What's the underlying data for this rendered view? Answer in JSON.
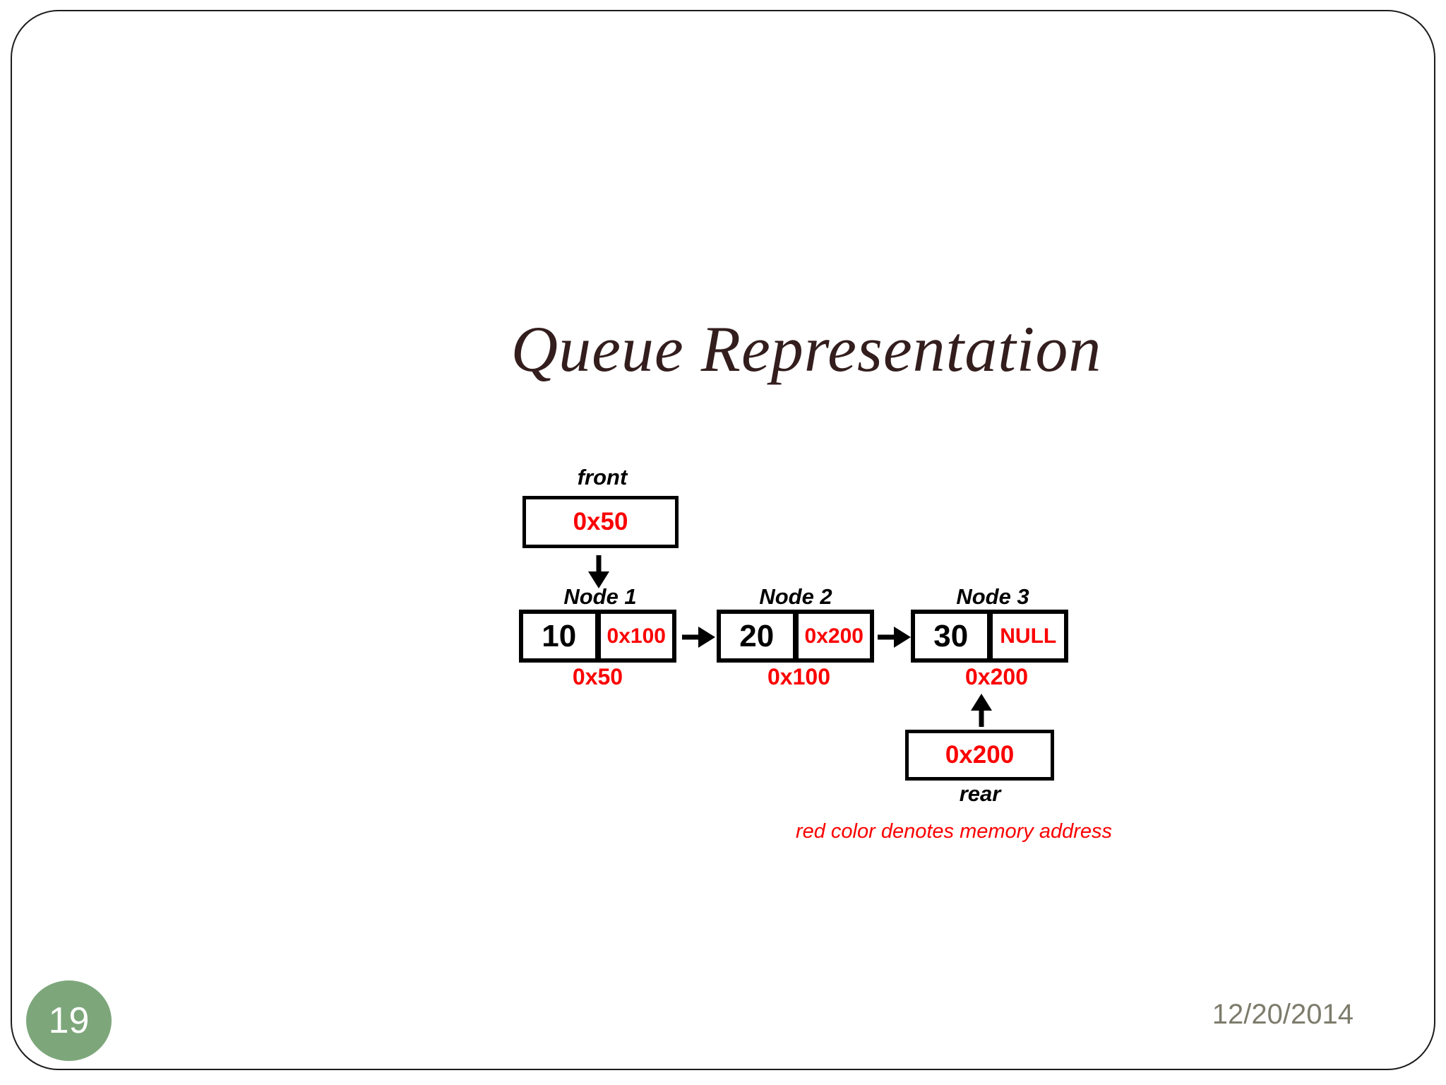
{
  "slide": {
    "title": "Queue Representation",
    "page_number": "19",
    "date": "12/20/2014",
    "caption": "red color denotes memory address"
  },
  "diagram": {
    "front_pointer": {
      "label": "front",
      "value": "0x50"
    },
    "rear_pointer": {
      "label": "rear",
      "value": "0x200"
    },
    "nodes": [
      {
        "label": "Node 1",
        "data": "10",
        "next": "0x100",
        "address": "0x50"
      },
      {
        "label": "Node 2",
        "data": "20",
        "next": "0x200",
        "address": "0x100"
      },
      {
        "label": "Node 3",
        "data": "30",
        "next": "NULL",
        "address": "0x200"
      }
    ]
  },
  "colors": {
    "address_red": "#fb0000",
    "title_maroon": "#331d1d",
    "badge_green": "#7da77b",
    "date_gray": "#7d7c6c"
  }
}
